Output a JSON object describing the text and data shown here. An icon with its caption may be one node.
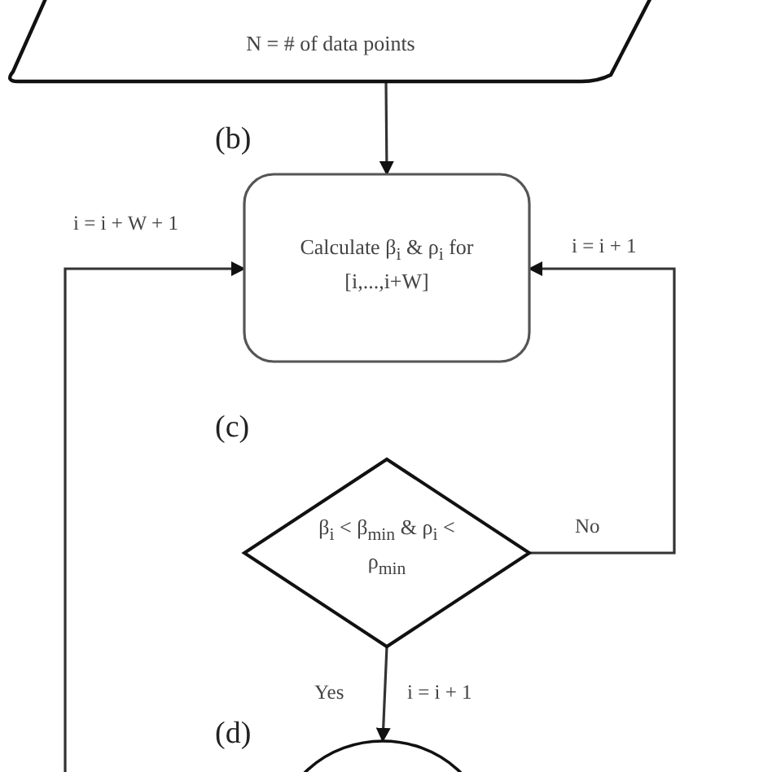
{
  "diagram": {
    "nodes": [
      {
        "text": [
          "N = # of data points"
        ]
      },
      {
        "text": [
          "Calculate β$_{i}$ & ρ$_{i}$ for [i,...,i+W]"
        ],
        "beside": [
          "(b)"
        ]
      },
      {
        "text": [
          "β$_{i}$ < β$_{min}$ & ρ$_{i}$ < ρ$_{min}$"
        ],
        "beside": [
          "(c)"
        ]
      },
      {
        "text": [],
        "shape": "ellipse",
        "beside": [
          "(d)"
        ]
      }
    ],
    "edges": [
      {
        "from": 0,
        "to": 1,
        "arrow": "to"
      },
      {
        "from": 2,
        "to": 1,
        "arrow": "to",
        "label": "No"
      },
      {
        "from": 2,
        "to": 3,
        "arrow": "to",
        "label": "Yes"
      },
      {
        "from": null,
        "to": 1,
        "arrow": "to",
        "label": "i = i + W + 1"
      }
    ],
    "labels": [
      "i = i + 1",
      "i = i + 1"
    ]
  }
}
